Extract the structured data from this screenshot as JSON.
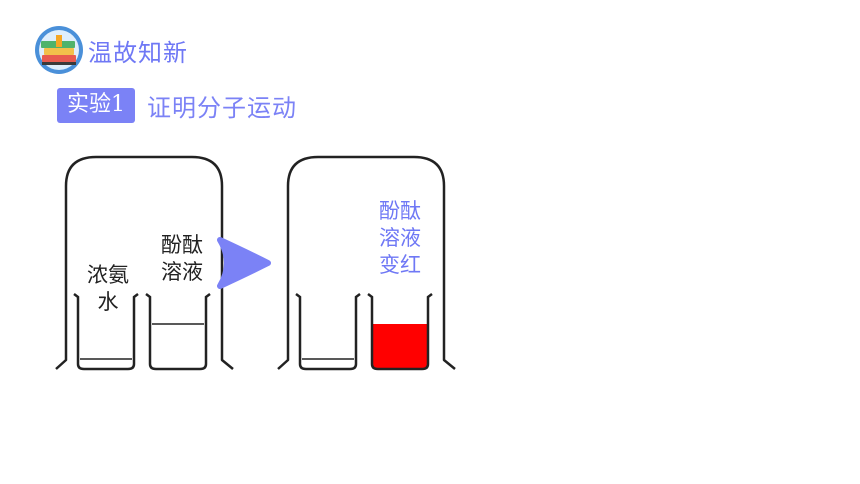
{
  "header": {
    "title": "温故知新",
    "logo_icon": "books-icon"
  },
  "experiment": {
    "badge": "实验1",
    "title": "证明分子运动"
  },
  "left_setup": {
    "beaker_left_label": "浓氨\n水",
    "beaker_right_label": "酚酞\n溶液"
  },
  "right_setup": {
    "result_label": "酚酞\n溶液\n变红"
  },
  "colors": {
    "accent": "#7b82f6",
    "arrow": "#7b82f6",
    "red_liquid": "#ff0000",
    "outline": "#222222"
  }
}
